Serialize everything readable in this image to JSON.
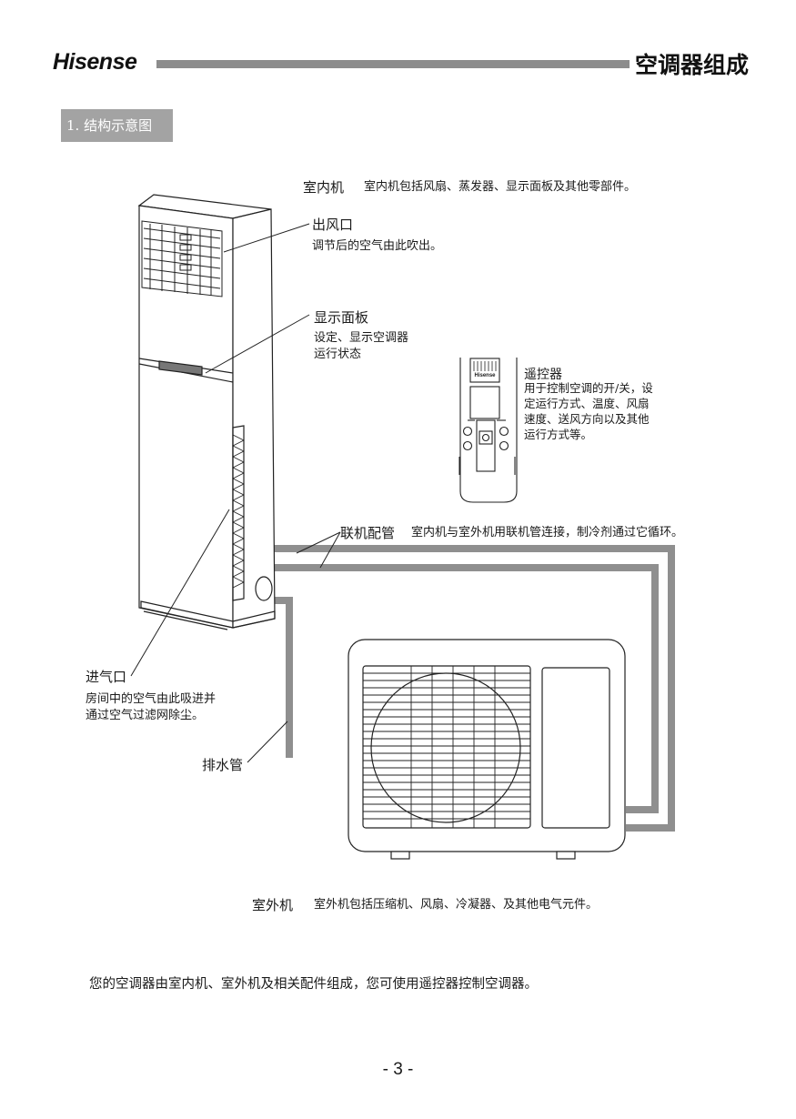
{
  "header": {
    "brand": "Hisense",
    "section_title": "空调器组成"
  },
  "section": {
    "heading": "1. 结构示意图"
  },
  "diagram": {
    "indoor_unit": {
      "label": "室内机",
      "desc": "室内机包括风扇、蒸发器、显示面板及其他零部件。"
    },
    "air_outlet": {
      "label": "出风口",
      "desc": "调节后的空气由此吹出。"
    },
    "display_panel": {
      "label": "显示面板",
      "desc_lines": [
        "设定、显示空调器",
        "运行状态"
      ]
    },
    "remote": {
      "brand": "Hisense",
      "label": "遥控器",
      "desc_lines": [
        "用于控制空调的开/关，设",
        "定运行方式、温度、风扇",
        "速度、送风方向以及其他",
        "运行方式等。"
      ]
    },
    "connecting_pipe": {
      "label": "联机配管",
      "desc": "室内机与室外机用联机管连接，制冷剂通过它循环。"
    },
    "air_inlet": {
      "label": "进气口",
      "desc_lines": [
        "房间中的空气由此吸进并",
        "通过空气过滤网除尘。"
      ]
    },
    "drain_pipe": {
      "label": "排水管"
    },
    "outdoor_unit": {
      "label": "室外机",
      "desc": "室外机包括压缩机、风扇、冷凝器、及其他电气元件。"
    }
  },
  "intro": "您的空调器由室内机、室外机及相关配件组成，您可使用遥控器控制空调器。",
  "footer": {
    "page_number": "- 3 -"
  },
  "colors": {
    "header_bar": "#8c8c8c",
    "badge": "#a3a3a3",
    "pipe": "#8f8f8f"
  }
}
